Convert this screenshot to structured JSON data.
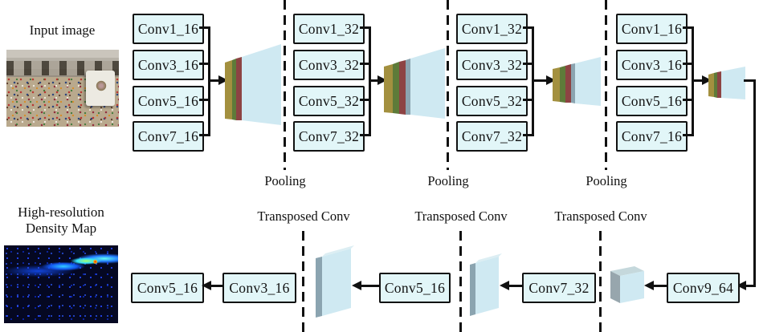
{
  "diagram": {
    "input": {
      "label": "Input image"
    },
    "output": {
      "label_line1": "High-resolution",
      "label_line2": "Density Map"
    },
    "pooling_labels": [
      "Pooling",
      "Pooling",
      "Pooling"
    ],
    "transposed_labels": [
      "Transposed Conv",
      "Transposed Conv",
      "Transposed Conv"
    ],
    "encoder_columns": [
      {
        "boxes": [
          "Conv1_16",
          "Conv3_16",
          "Conv5_16",
          "Conv7_16"
        ]
      },
      {
        "boxes": [
          "Conv1_32",
          "Conv3_32",
          "Conv5_32",
          "Conv7_32"
        ]
      },
      {
        "boxes": [
          "Conv1_32",
          "Conv3_32",
          "Conv5_32",
          "Conv7_32"
        ]
      },
      {
        "boxes": [
          "Conv1_16",
          "Conv3_16",
          "Conv5_16",
          "Conv7_16"
        ]
      }
    ],
    "decoder_boxes": [
      "Conv5_16",
      "Conv3_16",
      "Conv5_16",
      "Conv7_32",
      "Conv9_64"
    ],
    "colors": {
      "box_fill": "#e2f6f8",
      "line_color": "#111111",
      "layer_olive": "#a3903f",
      "layer_green": "#5e7b39",
      "layer_red": "#8d4343",
      "layer_gray": "#8ba4b0",
      "layer_front": "#cfe9f2",
      "layer_top": "#dceef3",
      "cube_left": "#97a6ad",
      "cube_top": "#c5d8dc"
    }
  }
}
